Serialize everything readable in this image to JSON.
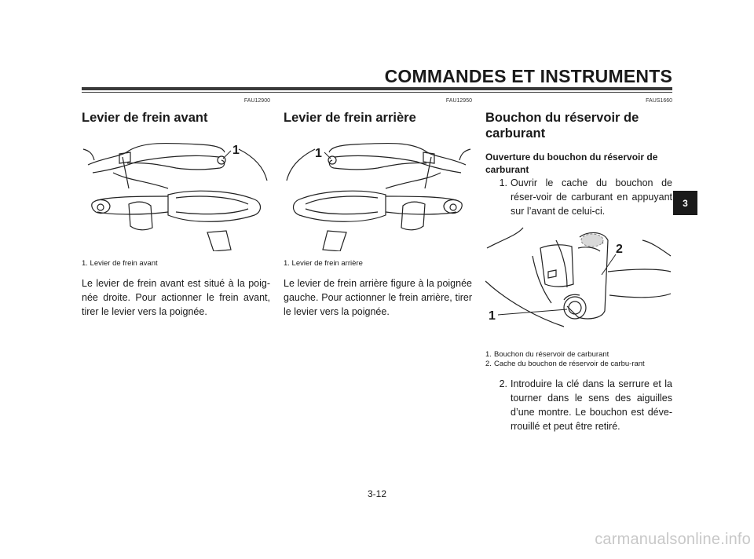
{
  "header": {
    "title": "COMMANDES ET INSTRUMENTS"
  },
  "side_tab": {
    "label": "3"
  },
  "page_number": "3-12",
  "watermark": "carmanualsonline.info",
  "sections": [
    {
      "code": "FAU12900",
      "title": "Levier de frein avant",
      "callout": "1",
      "caption": "1. Levier de frein avant",
      "body": "Le levier de frein avant est situé à la poig-née droite. Pour actionner le frein avant, tirer le levier vers la poignée."
    },
    {
      "code": "FAU12950",
      "title": "Levier de frein arrière",
      "callout": "1",
      "caption": "1. Levier de frein arrière",
      "body": "Le levier de frein arrière figure à la poignée gauche. Pour actionner le frein arrière, tirer le levier vers la poignée."
    },
    {
      "code": "FAUS1660",
      "title": "Bouchon du réservoir de carburant",
      "subtitle": "Ouverture du bouchon du réservoir de carburant",
      "steps": [
        {
          "num": "1.",
          "text": "Ouvrir le cache du bouchon de réser-voir de carburant en appuyant sur l’avant de celui-ci."
        },
        {
          "num": "2.",
          "text": "Introduire la clé dans la serrure et la tourner dans le sens des aiguilles d’une montre. Le bouchon est déve-rrouillé et peut être retiré."
        }
      ],
      "callouts": [
        "1",
        "2"
      ],
      "captions": [
        {
          "num": "1.",
          "text": "Bouchon du réservoir de carburant"
        },
        {
          "num": "2.",
          "text": "Cache du bouchon de réservoir de carbu-rant"
        }
      ]
    }
  ]
}
